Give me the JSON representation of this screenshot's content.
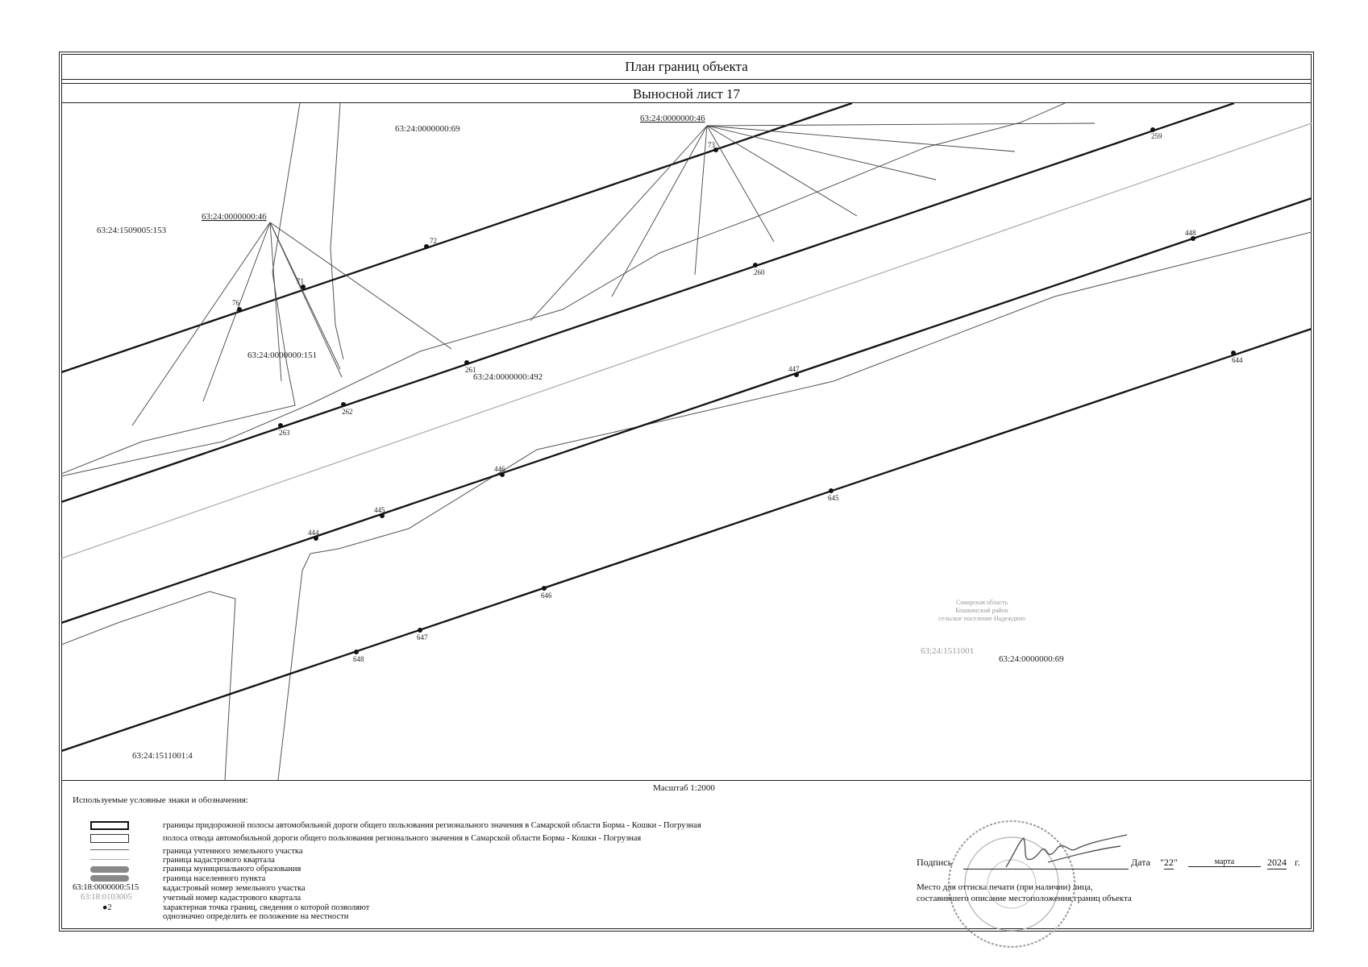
{
  "header": {
    "title": "План границ объекта",
    "sheet": "Выносной лист 17"
  },
  "map": {
    "parcels": [
      "63:24:0000000:69",
      "63:24:0000000:46",
      "63:24:1509005:153",
      "63:24:0000000:46",
      "63:24:0000000:151",
      "63:24:0000000:492",
      "63:24:0000000:69",
      "63:24:1511001:4"
    ],
    "quarter_label": "63:24:1511001",
    "municipal_label": [
      "Самарская область",
      "Кошкинский район",
      "сельское поселение Надеждино"
    ],
    "points": [
      "72",
      "71",
      "76",
      "73",
      "259",
      "260",
      "261",
      "262",
      "263",
      "448",
      "447",
      "446",
      "445",
      "444",
      "644",
      "645",
      "646",
      "647",
      "648"
    ]
  },
  "scale": "Масштаб 1:2000",
  "legend": {
    "title": "Используемые условные знаки и обозначения:",
    "items": [
      "границы придорожной полосы автомобильной дороги общего пользования регионального значения в Самарской области Борма - Кошки - Погрузная",
      "полоса отвода автомобильной дороги общего пользования регионального значения в Самарской области Борма - Кошки - Погрузная",
      "граница учтенного земельного участка",
      "граница кадастрового квартала",
      "граница муниципального образования",
      "граница населенного пункта",
      "кадастровый номер земельного участка",
      "учетный номер кадастрового квартала",
      "характерная точка границ, сведения о которой позволяют",
      "однозначно определить ее положение на местности"
    ],
    "sample_parcel": "63:18:0000000:515",
    "sample_quarter": "63:18:0103005",
    "sample_point": "2"
  },
  "signature": {
    "label": "Подпись",
    "date_label": "Дата",
    "day": "22",
    "month": "марта",
    "year": "2024",
    "year_suffix": "г.",
    "stamp_line1": "Место для оттиска печати (при наличии) лица,",
    "stamp_line2": "составившего описание местоположения границ объекта"
  },
  "colors": {
    "line": "#111111",
    "thin": "#555555",
    "quarter": "#aaaaaa",
    "muted": "#9a9a9a"
  }
}
